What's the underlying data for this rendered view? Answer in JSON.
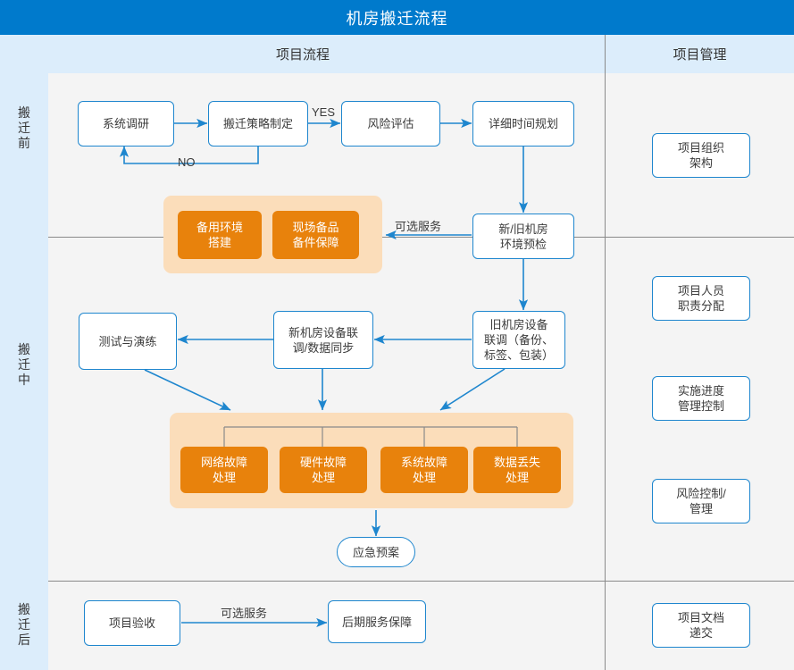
{
  "title": "机房搬迁流程",
  "columns": {
    "flow_header": "项目流程",
    "management_header": "项目管理"
  },
  "stages": [
    {
      "label": "搬迁前"
    },
    {
      "label": "搬迁中"
    },
    {
      "label": "搬迁后"
    }
  ],
  "flow": {
    "pre": {
      "nodes": [
        {
          "id": "system-survey",
          "label": "系统调研"
        },
        {
          "id": "migration-strategy",
          "label": "搬迁策略制定"
        },
        {
          "id": "risk-assessment",
          "label": "风险评估"
        },
        {
          "id": "detailed-schedule",
          "label": "详细时间规划"
        },
        {
          "id": "room-precheck",
          "label": "新/旧机房\n环境预检"
        }
      ],
      "edge_labels": {
        "yes": "YES",
        "no": "NO",
        "optional_service": "可选服务"
      },
      "optional_group": {
        "chips": [
          {
            "id": "spare-environment",
            "label": "备用环境\n搭建"
          },
          {
            "id": "spare-parts",
            "label": "现场备品\n备件保障"
          }
        ]
      }
    },
    "during": {
      "nodes": [
        {
          "id": "old-room-debug",
          "label": "旧机房设备\n联调（备份、\n标签、包装）"
        },
        {
          "id": "new-room-debug",
          "label": "新机房设备联\n调/数据同步"
        },
        {
          "id": "test-rehearsal",
          "label": "测试与演练"
        },
        {
          "id": "emergency-plan",
          "label": "应急预案"
        }
      ],
      "fault_group": {
        "chips": [
          {
            "id": "network-fault",
            "label": "网络故障\n处理"
          },
          {
            "id": "hardware-fault",
            "label": "硬件故障\n处理"
          },
          {
            "id": "system-fault",
            "label": "系统故障\n处理"
          },
          {
            "id": "data-loss",
            "label": "数据丢失\n处理"
          }
        ]
      }
    },
    "post": {
      "nodes": [
        {
          "id": "project-acceptance",
          "label": "项目验收"
        },
        {
          "id": "post-service",
          "label": "后期服务保障"
        }
      ],
      "edge_labels": {
        "optional_service": "可选服务"
      }
    }
  },
  "management": {
    "items": [
      {
        "id": "org-structure",
        "label": "项目组织\n架构"
      },
      {
        "id": "role-assignment",
        "label": "项目人员\n职责分配"
      },
      {
        "id": "progress-control",
        "label": "实施进度\n管理控制"
      },
      {
        "id": "risk-control",
        "label": "风险控制/\n管理"
      },
      {
        "id": "document-handover",
        "label": "项目文档\n递交"
      }
    ]
  },
  "colors": {
    "header_blue": "#007ACC",
    "band_blue": "#DCEDFB",
    "node_border": "#1E86CE",
    "chip_orange": "#E8820C",
    "group_orange": "#FBDDBA",
    "panel_gray": "#F4F4F4",
    "separator_gray": "#8A8A8A",
    "wire_blue": "#1E86CE"
  }
}
